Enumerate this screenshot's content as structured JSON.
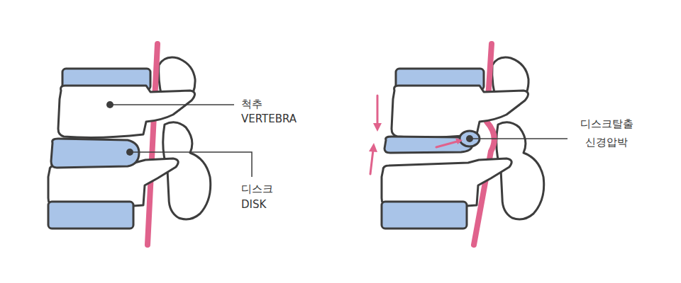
{
  "diagram": {
    "labels": [
      "척추",
      "VERTEBRA",
      "디스크",
      "DISK",
      "디스크탈출",
      "신경압박"
    ]
  }
}
